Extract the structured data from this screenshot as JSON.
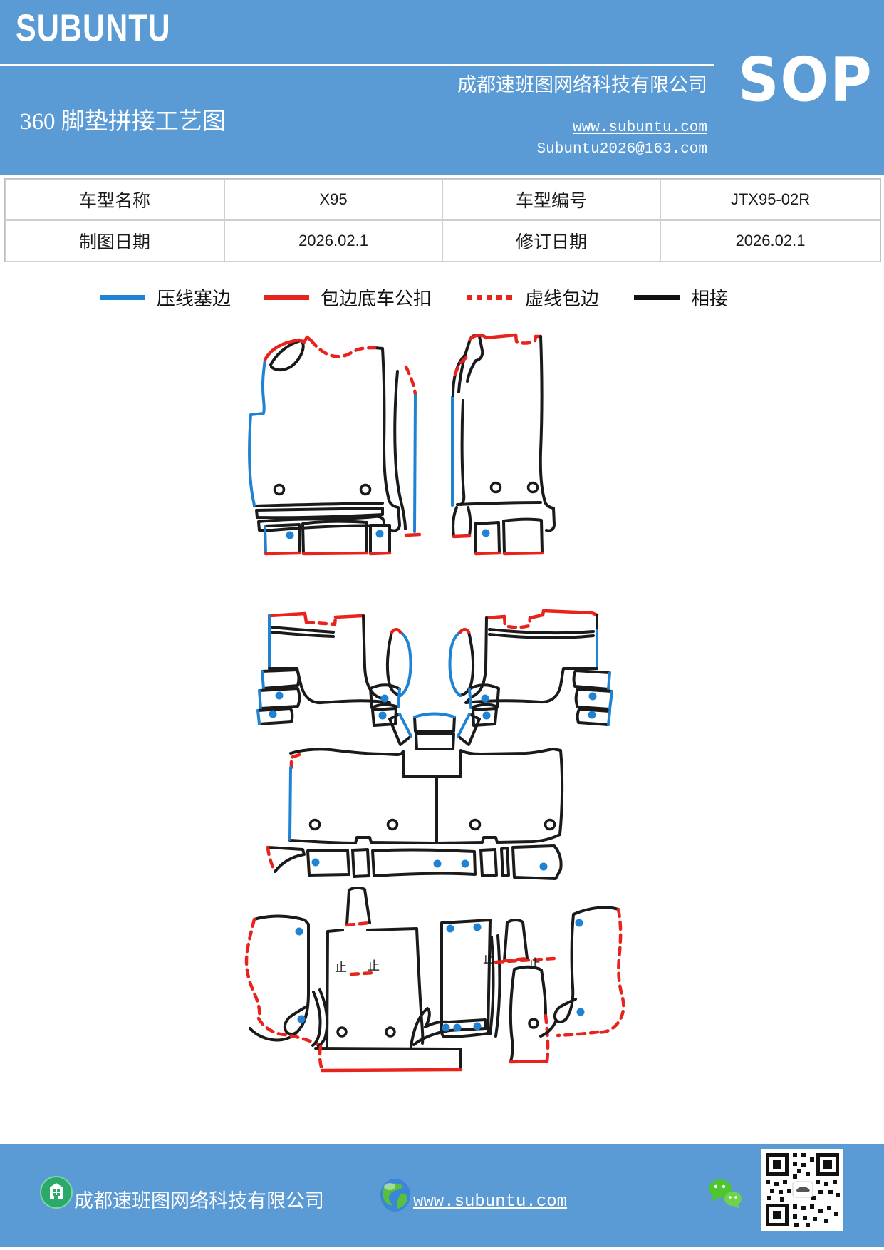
{
  "header": {
    "logo": "SUBUNTU",
    "title": "360 脚垫拼接工艺图",
    "company": "成都速班图网络科技有限公司",
    "website": "www.subuntu.com",
    "email": "Subuntu2026@163.com",
    "badge": "SOP",
    "bg_color": "#5b9bd5"
  },
  "info_table": {
    "rows": [
      {
        "cells": [
          "车型名称",
          "X95",
          "车型编号",
          "JTX95-02R"
        ]
      },
      {
        "cells": [
          "制图日期",
          "2026.02.1",
          "修订日期",
          "2026.02.1"
        ]
      }
    ]
  },
  "legend": {
    "items": [
      {
        "label": "压线塞边",
        "color": "#1f82d2",
        "style": "solid"
      },
      {
        "label": "包边底车公扣",
        "color": "#e8231d",
        "style": "solid"
      },
      {
        "label": "虚线包边",
        "color": "#e8231d",
        "style": "dashed"
      },
      {
        "label": "相接",
        "color": "#111111",
        "style": "solid"
      }
    ]
  },
  "diagram": {
    "groups": [
      "front-row-mats",
      "middle-row-mats",
      "third-row-and-trunk-mats"
    ],
    "line_colors": {
      "press_seam_blue": "#1f82d2",
      "binding_red": "#e8231d",
      "join_black": "#1a1a1a"
    },
    "stop_mark": "止"
  },
  "footer": {
    "company": "成都速班图网络科技有限公司",
    "website": "www.subuntu.com",
    "bg_color": "#5b9bd5"
  }
}
